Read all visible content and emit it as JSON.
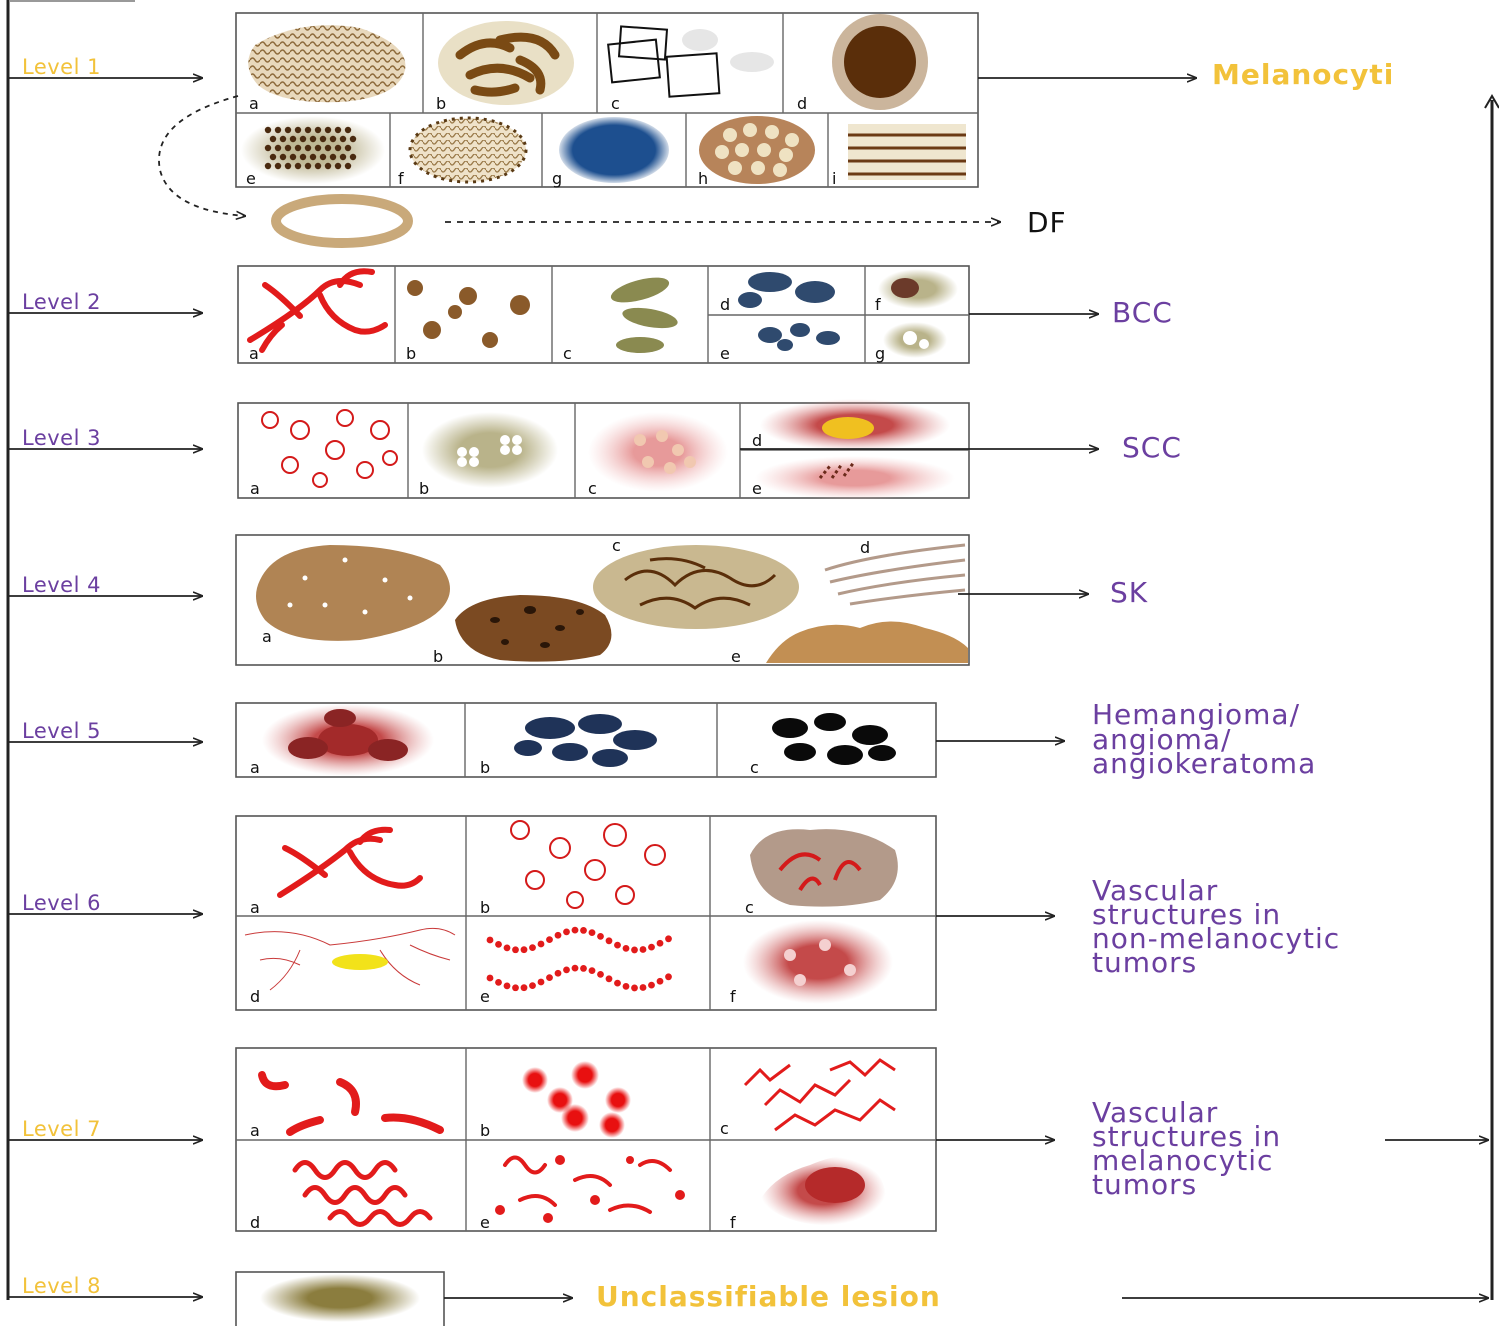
{
  "colors": {
    "level_yellow": "#f2c23a",
    "level_purple": "#6b3fa0",
    "line": "#222222"
  },
  "levels": [
    {
      "label": "Level 1",
      "color": "yellow"
    },
    {
      "label": "Level 2",
      "color": "purple"
    },
    {
      "label": "Level 3",
      "color": "purple"
    },
    {
      "label": "Level 4",
      "color": "purple"
    },
    {
      "label": "Level 5",
      "color": "purple"
    },
    {
      "label": "Level 6",
      "color": "purple"
    },
    {
      "label": "Level 7",
      "color": "yellow"
    },
    {
      "label": "Level 8",
      "color": "yellow"
    }
  ],
  "diagnoses": {
    "level1": "Melanocyti",
    "df": "DF",
    "level2": "BCC",
    "level3": "SCC",
    "level4": "SK",
    "level5": [
      "Hemangioma/",
      "angioma/",
      "angiokeratoma"
    ],
    "level6": [
      "Vascular",
      "structures in",
      "non-melanocytic",
      "tumors"
    ],
    "level7": [
      "Vascular",
      "structures in",
      "melanocytic",
      "tumors"
    ],
    "level8": "Unclassifiable lesion"
  },
  "panel_labels": {
    "l1": [
      "a",
      "b",
      "c",
      "d",
      "e",
      "f",
      "g",
      "h",
      "i"
    ],
    "l2": [
      "a",
      "b",
      "c",
      "d",
      "e",
      "f",
      "g"
    ],
    "l3": [
      "a",
      "b",
      "c",
      "d",
      "e"
    ],
    "l4": [
      "a",
      "b",
      "c",
      "d",
      "e"
    ],
    "l5": [
      "a",
      "b",
      "c"
    ],
    "l6": [
      "a",
      "b",
      "c",
      "d",
      "e",
      "f"
    ],
    "l7": [
      "a",
      "b",
      "c",
      "d",
      "e",
      "f"
    ]
  }
}
